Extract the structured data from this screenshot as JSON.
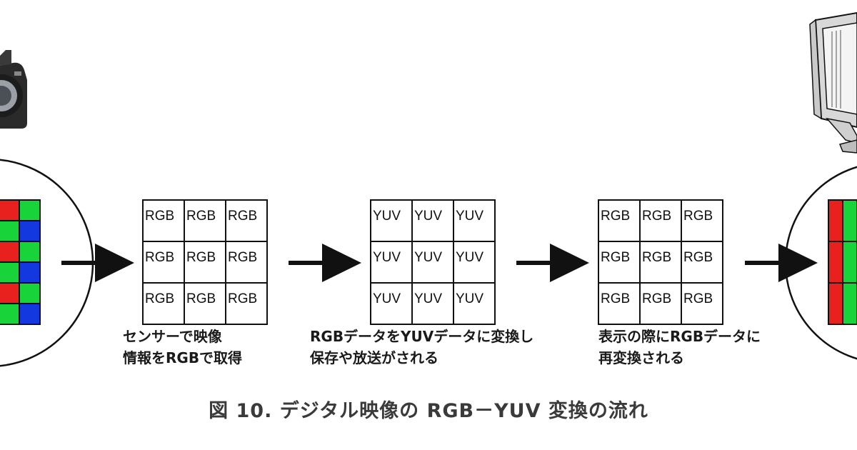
{
  "grids": [
    {
      "cells": [
        "RGB",
        "RGB",
        "RGB",
        "RGB",
        "RGB",
        "RGB",
        "RGB",
        "RGB",
        "RGB"
      ]
    },
    {
      "cells": [
        "YUV",
        "YUV",
        "YUV",
        "YUV",
        "YUV",
        "YUV",
        "YUV",
        "YUV",
        "YUV"
      ]
    },
    {
      "cells": [
        "RGB",
        "RGB",
        "RGB",
        "RGB",
        "RGB",
        "RGB",
        "RGB",
        "RGB",
        "RGB"
      ]
    }
  ],
  "captions": [
    {
      "line1": "センサーで映像",
      "line2": "情報をRGBで取得"
    },
    {
      "line1": "RGBデータをYUVデータに変換し",
      "line2": "保存や放送がされる"
    },
    {
      "line1": "表示の際にRGBデータに",
      "line2": "再変換される"
    }
  ],
  "figure_title": "図 10. デジタル映像の RGB－YUV 変換の流れ",
  "icons": {
    "left": "camera-icon",
    "right": "monitor-icon",
    "left_zoom": "bayer-sensor-zoom",
    "right_zoom": "rgb-subpixel-zoom"
  },
  "colors": {
    "red": "#e8201e",
    "green": "#18d43a",
    "blue": "#1438e0",
    "line": "#111111"
  }
}
